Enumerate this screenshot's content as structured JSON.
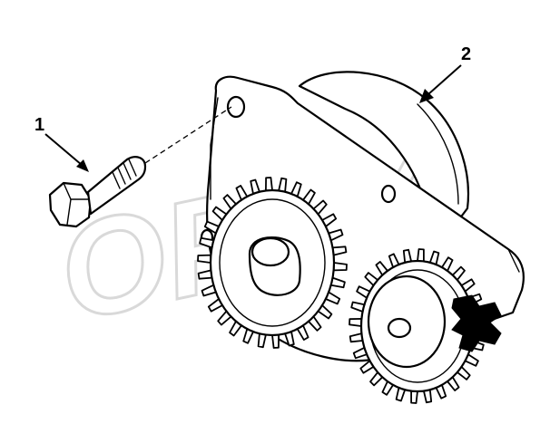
{
  "callouts": [
    {
      "label": "1",
      "part": "bolt"
    },
    {
      "label": "2",
      "part": "oil-pump-assembly"
    }
  ],
  "watermark": {
    "text": "OPEX"
  },
  "colors": {
    "ink": "#000000",
    "background": "#ffffff",
    "watermark": "#d9d9d9"
  }
}
